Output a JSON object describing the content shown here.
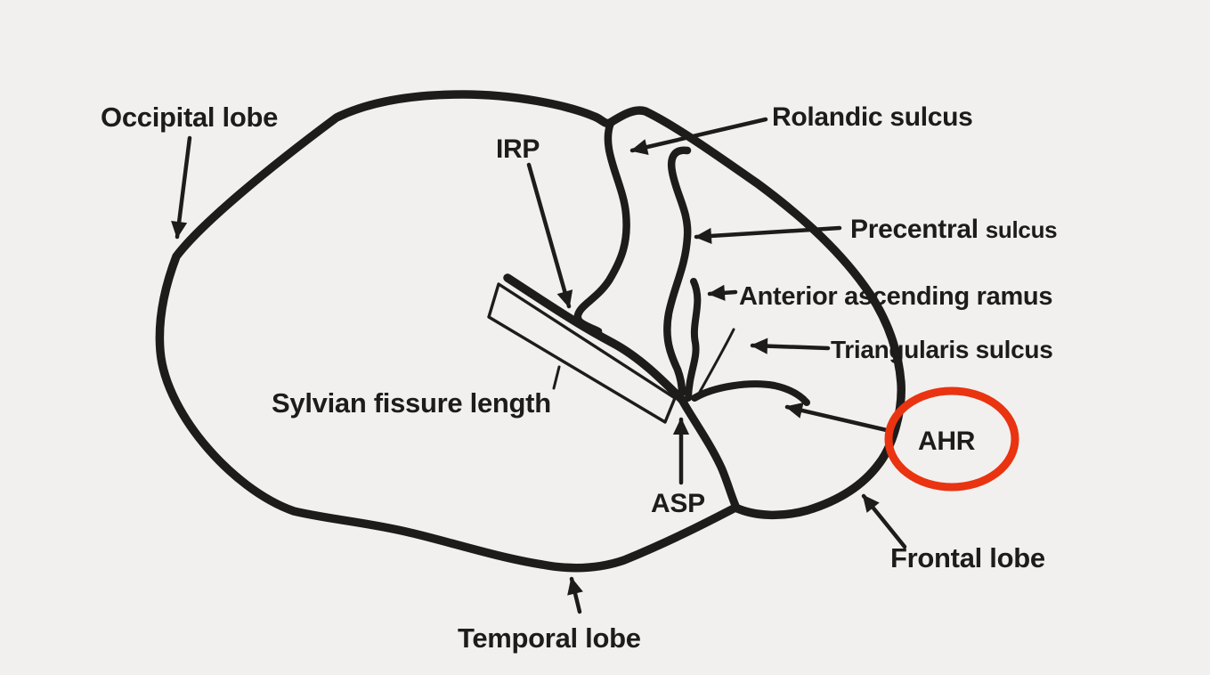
{
  "figure": {
    "colors": {
      "background": "#f1f0ee",
      "ink": "#1d1c1a",
      "highlight": "#e93311"
    },
    "labels": {
      "occipital": "Occipital lobe",
      "irp": "IRP",
      "rolandic": "Rolandic sulcus",
      "precentral_main": "Precentral",
      "precentral_suffix": "sulcus",
      "anterior_ascending": "Anterior ascending ramus",
      "triangularis": "Triangularis sulcus",
      "ahr": "AHR",
      "sylvian_length": "Sylvian fissure length",
      "asp": "ASP",
      "frontal": "Frontal lobe",
      "temporal": "Temporal lobe"
    }
  }
}
